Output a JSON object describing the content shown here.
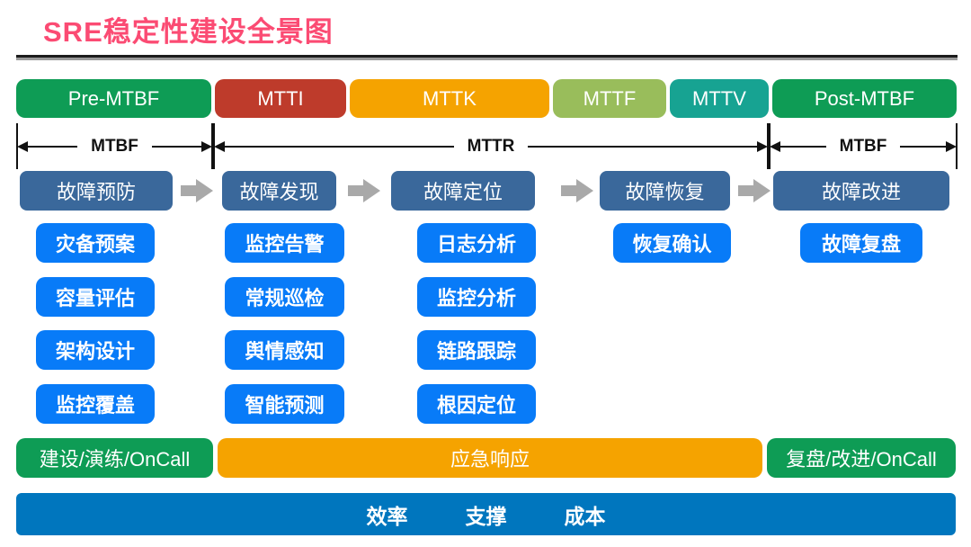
{
  "title": "SRE稳定性建设全景图",
  "palette": {
    "title_pink": "#FB4B73",
    "green": "#0E9C55",
    "red": "#BE3B2B",
    "orange": "#F5A300",
    "light_green": "#99BD5B",
    "teal": "#17A392",
    "stage_blue": "#3A689B",
    "task_blue": "#087BF8",
    "footer_blue": "#0076BE",
    "arrow_gray": "#A9A9A9"
  },
  "phase_bars": [
    {
      "label": "Pre-MTBF",
      "color": "#0E9C55"
    },
    {
      "label": "MTTI",
      "color": "#BE3B2B"
    },
    {
      "label": "MTTK",
      "color": "#F5A300"
    },
    {
      "label": "MTTF",
      "color": "#99BD5B"
    },
    {
      "label": "MTTV",
      "color": "#17A392"
    },
    {
      "label": "Post-MTBF",
      "color": "#0E9C55"
    }
  ],
  "measures": [
    {
      "label": "MTBF"
    },
    {
      "label": "MTTR"
    },
    {
      "label": "MTBF"
    }
  ],
  "stages": [
    {
      "label": "故障预防"
    },
    {
      "label": "故障发现"
    },
    {
      "label": "故障定位"
    },
    {
      "label": "故障恢复"
    },
    {
      "label": "故障改进"
    }
  ],
  "tasks": {
    "col1": [
      "灾备预案",
      "容量评估",
      "架构设计",
      "监控覆盖"
    ],
    "col2": [
      "监控告警",
      "常规巡检",
      "舆情感知",
      "智能预测"
    ],
    "col3": [
      "日志分析",
      "监控分析",
      "链路跟踪",
      "根因定位"
    ],
    "col4": [
      "恢复确认"
    ],
    "col5": [
      "故障复盘"
    ]
  },
  "bottom_bands": [
    {
      "label": "建设/演练/OnCall",
      "color": "#0E9C55"
    },
    {
      "label": "应急响应",
      "color": "#F5A300"
    },
    {
      "label": "复盘/改进/OnCall",
      "color": "#0E9C55"
    }
  ],
  "footer": {
    "items": [
      "效率",
      "支撑",
      "成本"
    ]
  }
}
